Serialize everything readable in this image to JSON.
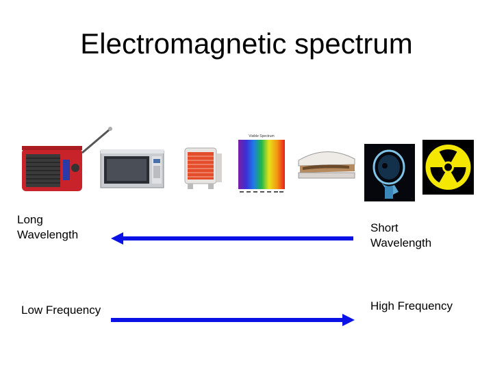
{
  "title": "Electromagnetic spectrum",
  "images": [
    {
      "name": "radio-icon"
    },
    {
      "name": "microwave-icon"
    },
    {
      "name": "heater-icon"
    },
    {
      "name": "visible-light-spectrum-icon",
      "caption": "Visible Spectrum"
    },
    {
      "name": "tanning-bed-icon"
    },
    {
      "name": "xray-skull-icon"
    },
    {
      "name": "radiation-symbol-icon"
    }
  ],
  "labels": {
    "long_wavelength": [
      "Long",
      "Wavelength"
    ],
    "short_wavelength": [
      "Short",
      "Wavelength"
    ],
    "low_frequency": "Low Frequency",
    "high_frequency": "High Frequency"
  },
  "colors": {
    "arrow": "#0a12e6",
    "radiation_yellow": "#f5e800",
    "spectrum": [
      "#7a1fa2",
      "#3b2fd6",
      "#1d7ae8",
      "#1fb84a",
      "#e6e21a",
      "#f39a12",
      "#e81d1d"
    ]
  }
}
